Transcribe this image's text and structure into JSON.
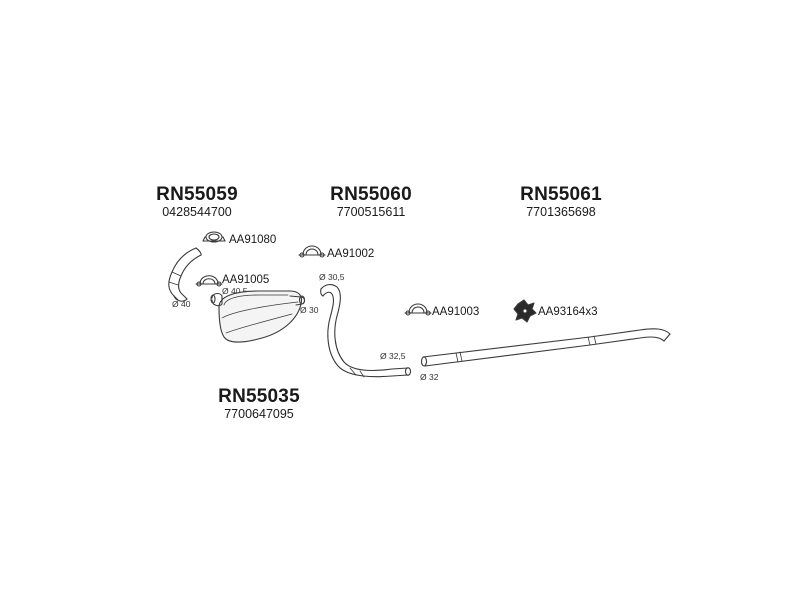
{
  "groups": [
    {
      "code": "RN55059",
      "number": "0428544700"
    },
    {
      "code": "RN55060",
      "number": "7700515611"
    },
    {
      "code": "RN55061",
      "number": "7701365698"
    },
    {
      "code": "RN55035",
      "number": "7700647095"
    }
  ],
  "parts": [
    {
      "label": "AA91080",
      "icon": "clamp-icon"
    },
    {
      "label": "AA91005",
      "icon": "clamp-icon"
    },
    {
      "label": "AA91002",
      "icon": "clamp-icon"
    },
    {
      "label": "AA91003",
      "icon": "clamp-icon"
    },
    {
      "label": "AA93164x3",
      "icon": "rubber-mount-icon"
    }
  ],
  "diameters": [
    "Ø 40",
    "Ø 40,5",
    "Ø 30",
    "Ø 30,5",
    "Ø 32,5",
    "Ø 32"
  ],
  "colors": {
    "line": "#3a3a3a",
    "text": "#1a1a1a"
  }
}
